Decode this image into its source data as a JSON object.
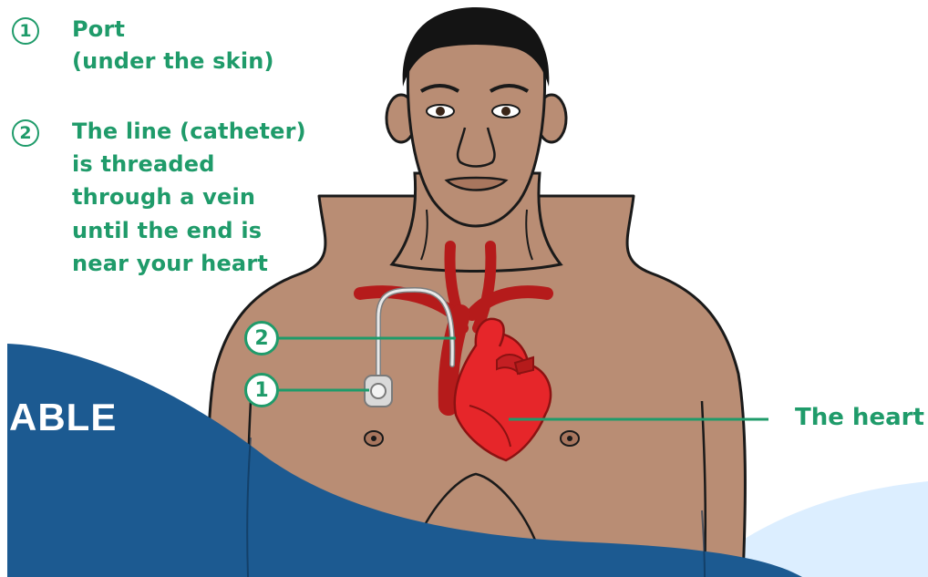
{
  "legend": {
    "items": [
      {
        "number": "1",
        "lines": [
          "Port",
          "(under the skin)"
        ]
      },
      {
        "number": "2",
        "lines": [
          "The line (catheter)",
          "is threaded",
          "through a vein",
          "until the end is",
          "near your heart"
        ]
      }
    ]
  },
  "callouts": {
    "catheter_number": "2",
    "port_number": "1",
    "heart_label": "The heart"
  },
  "banner": {
    "text": "ABLE"
  },
  "colors": {
    "accent_green": "#1f9b6a",
    "skin": "#b98d74",
    "vein_red": "#b51b1b",
    "heart_red": "#e6262a",
    "banner_blue": "#1c5a91",
    "light_blue": "#dceeff"
  }
}
